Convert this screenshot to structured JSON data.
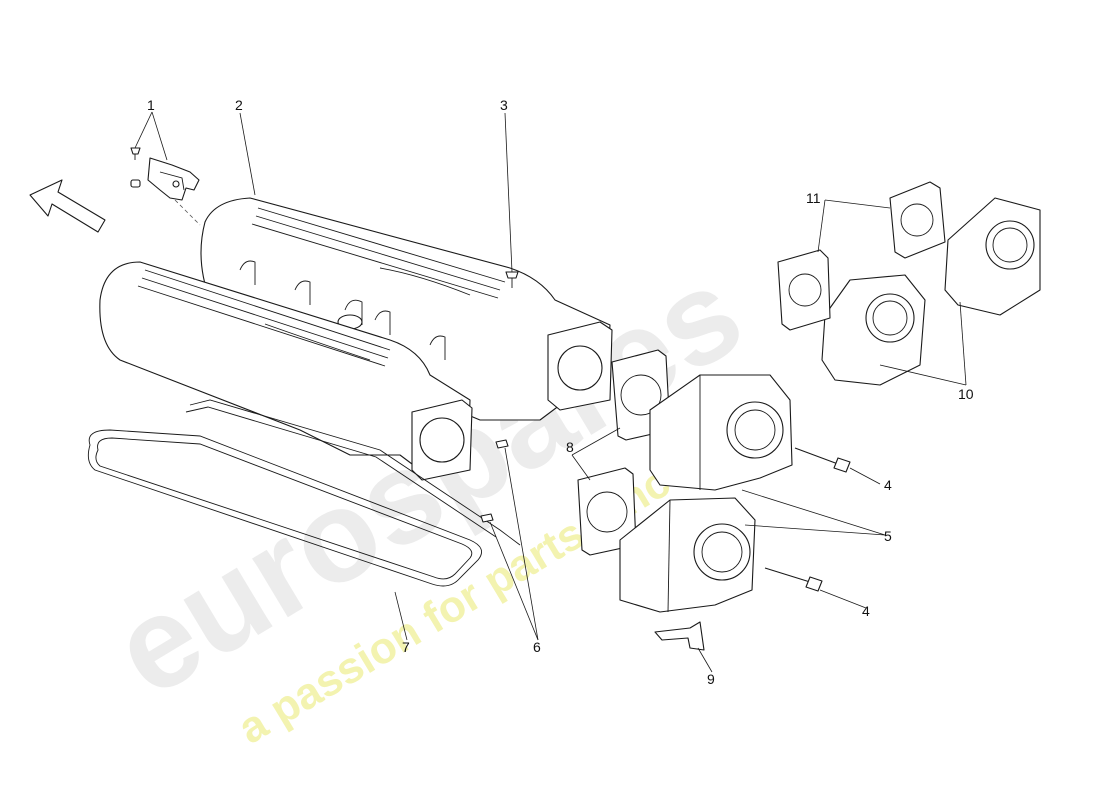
{
  "watermark": {
    "brand": "eurospares",
    "tagline": "a passion for parts since 1985",
    "color": "#e9e9e9",
    "tagline_color": "#f1f1a8"
  },
  "callouts": [
    {
      "id": "c1",
      "label": "1"
    },
    {
      "id": "c2",
      "label": "2"
    },
    {
      "id": "c3",
      "label": "3"
    },
    {
      "id": "c4a",
      "label": "4"
    },
    {
      "id": "c4b",
      "label": "4"
    },
    {
      "id": "c5",
      "label": "5"
    },
    {
      "id": "c6",
      "label": "6"
    },
    {
      "id": "c7",
      "label": "7"
    },
    {
      "id": "c8",
      "label": "8"
    },
    {
      "id": "c9",
      "label": "9"
    },
    {
      "id": "c10",
      "label": "10"
    },
    {
      "id": "c11",
      "label": "11"
    }
  ],
  "icons": {
    "direction_arrow": "arrow-icon"
  }
}
